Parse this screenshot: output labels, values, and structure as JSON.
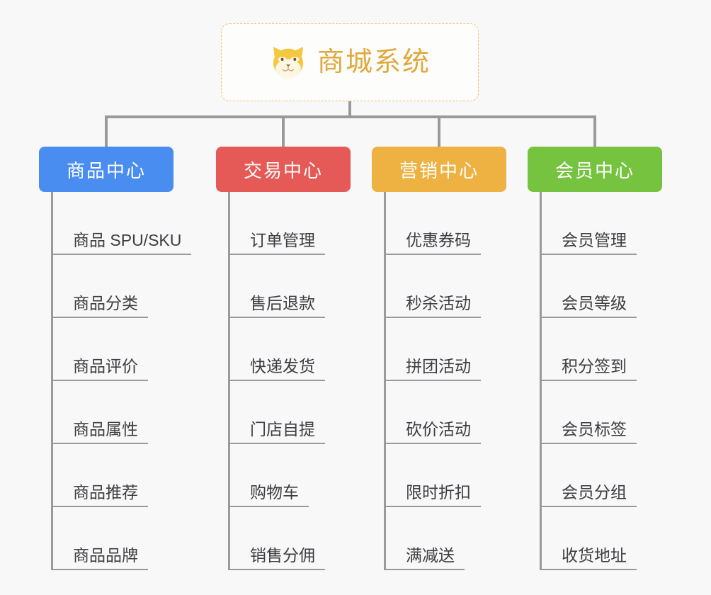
{
  "theme": {
    "background": "#f8f8f8",
    "connector_color": "#9a9a9a",
    "leaf_text_color": "#3d3d42",
    "root_border_color": "#f0c070",
    "root_title_color": "#e0a93c"
  },
  "root": {
    "title": "商城系统",
    "icon": "shiba-inu-dog-face-emoji",
    "icon_colors": {
      "fur": "#f5c842",
      "fur_dark": "#e8b52e",
      "muzzle": "#fdf6e3",
      "nose": "#8a6a3a",
      "eye": "#fdf6e3"
    }
  },
  "categories": [
    {
      "id": "product-center",
      "label": "商品中心",
      "color": "#4a8df0",
      "items": [
        "商品 SPU/SKU",
        "商品分类",
        "商品评价",
        "商品属性",
        "商品推荐",
        "商品品牌"
      ]
    },
    {
      "id": "trade-center",
      "label": "交易中心",
      "color": "#e55a57",
      "items": [
        "订单管理",
        "售后退款",
        "快递发货",
        "门店自提",
        "购物车",
        "销售分佣"
      ]
    },
    {
      "id": "marketing-center",
      "label": "营销中心",
      "color": "#eeb243",
      "items": [
        "优惠券码",
        "秒杀活动",
        "拼团活动",
        "砍价活动",
        "限时折扣",
        "满减送"
      ]
    },
    {
      "id": "member-center",
      "label": "会员中心",
      "color": "#76c340",
      "items": [
        "会员管理",
        "会员等级",
        "积分签到",
        "会员标签",
        "会员分组",
        "收货地址"
      ]
    }
  ]
}
